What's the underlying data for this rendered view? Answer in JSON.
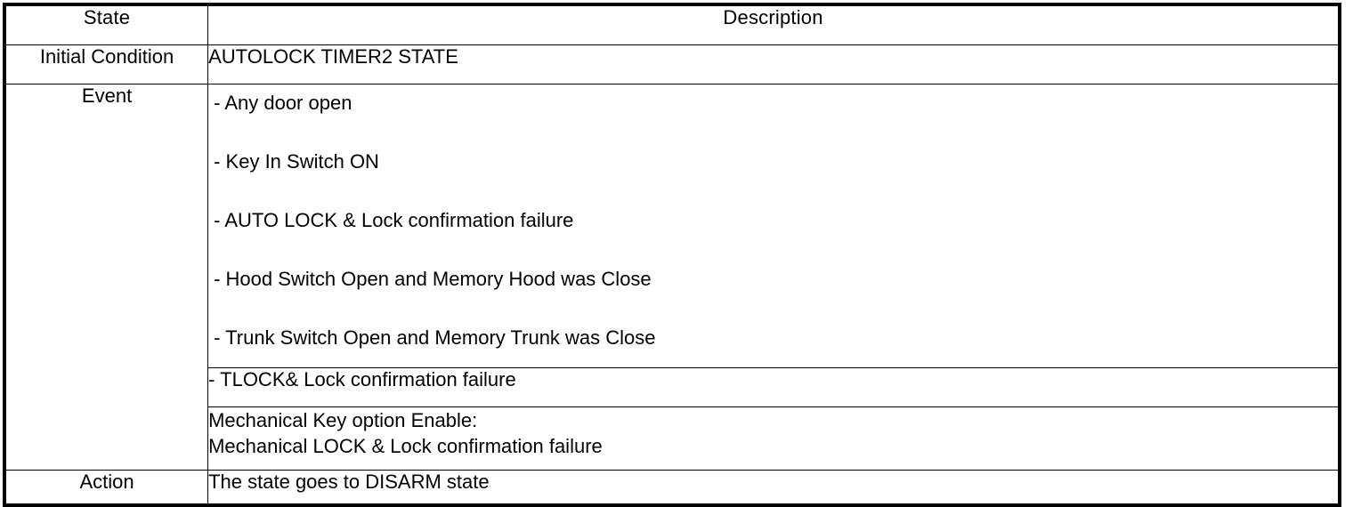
{
  "table": {
    "columns": [
      {
        "key": "state",
        "header": "State"
      },
      {
        "key": "description",
        "header": "Description"
      }
    ],
    "rows": {
      "initial_condition": {
        "label": "Initial Condition",
        "value": "AUTOLOCK TIMER2 STATE"
      },
      "event": {
        "label": "Event",
        "bullets": [
          "-  Any door open",
          "-  Key In Switch ON",
          "-  AUTO LOCK & Lock confirmation failure",
          "-  Hood Switch Open and Memory Hood was Close",
          "-  Trunk Switch Open and Memory Trunk was Close"
        ],
        "sub_event": "-  TLOCK& Lock confirmation failure",
        "mechanical": {
          "line1": "Mechanical Key option Enable:",
          "line2": "Mechanical LOCK & Lock confirmation failure"
        }
      },
      "action": {
        "label": "Action",
        "value": "The state goes to DISARM state"
      }
    }
  },
  "colors": {
    "border": "#000000",
    "text": "#000000",
    "background": "#ffffff"
  }
}
